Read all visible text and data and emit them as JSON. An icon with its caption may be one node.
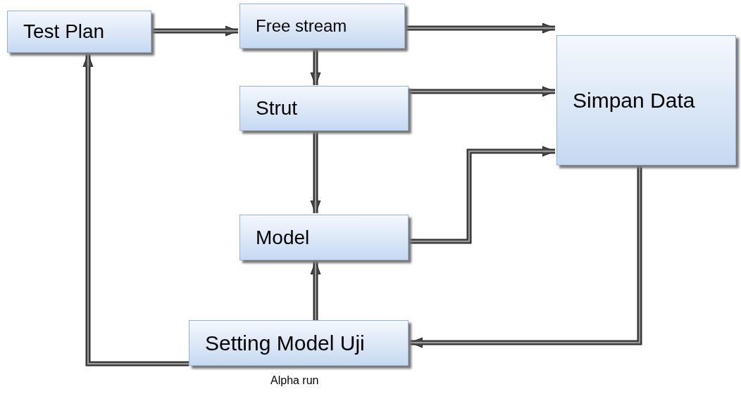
{
  "diagram": {
    "nodes": [
      {
        "text": [
          "Test Plan"
        ]
      },
      {
        "text": [
          "Free stream"
        ]
      },
      {
        "text": [
          "Strut"
        ]
      },
      {
        "text": [
          "Simpan Data"
        ]
      },
      {
        "text": [
          "Model"
        ]
      },
      {
        "text": [
          "Setting Model Uji"
        ],
        "beside": [
          "Alpha run"
        ]
      }
    ],
    "edges": [
      {
        "from": 0,
        "to": 1,
        "arrow": "to"
      },
      {
        "from": 1,
        "to": 3,
        "arrow": "to"
      },
      {
        "from": 1,
        "to": 2,
        "arrow": "to"
      },
      {
        "from": 2,
        "to": 3,
        "arrow": "to"
      },
      {
        "from": 2,
        "to": 4,
        "arrow": "to"
      },
      {
        "from": 4,
        "to": 3,
        "arrow": "to"
      },
      {
        "from": 3,
        "to": 5,
        "arrow": "to"
      },
      {
        "from": 5,
        "to": 4,
        "arrow": "to"
      },
      {
        "from": 5,
        "to": 0,
        "arrow": "to"
      }
    ]
  }
}
